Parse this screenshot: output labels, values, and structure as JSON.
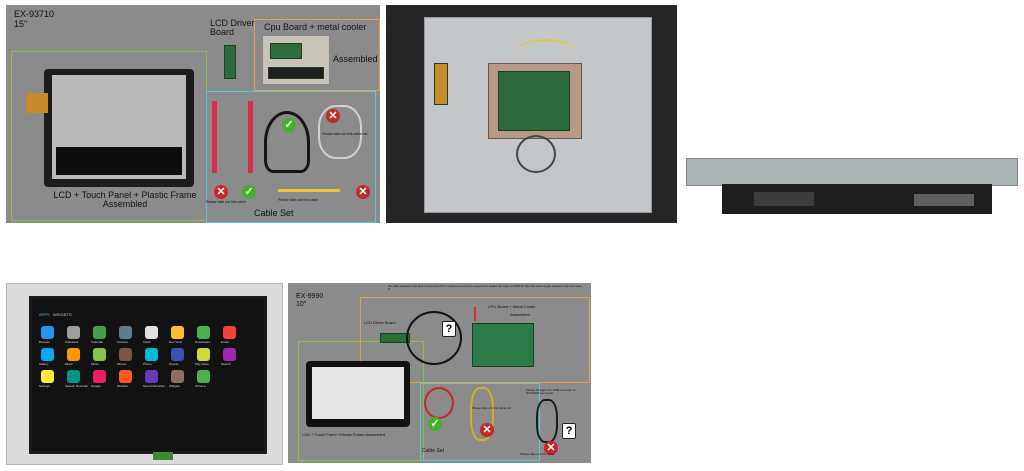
{
  "panel1": {
    "model": "EX-93710",
    "size": "15\"",
    "lcd_driver": "LCD Driver Board",
    "cpu_board": "Cpu Board + metal cooler",
    "assembled": "Assembled",
    "lcd_assembly": "LCD + Touch Panel + Plastic Frame Assembled",
    "cable_set": "Cable Set",
    "note_a": "Please take out this cable",
    "note_b": "Please take out this cable set",
    "note_c": "Please take out this cable"
  },
  "panel2": {
    "model": "EX-9990",
    "size": "10\"",
    "top_note": "the cable between LCD driver board and CPU must be connected to onboard pin header like style on EX9710. also the cable length should be short as mean fit",
    "lcd_driver": "LCD Driver Board",
    "cpu_board": "CPU Board + Metal Cooler",
    "assembled": "Assembled",
    "lcd_assembly": "LCD + Touch Panel +Plastic Frame Assembled",
    "cable_set": "Cable Set",
    "note_mid": "Please take out this cable set",
    "note_right": "Please change DC/ USB converter to 8/10/4500 connector",
    "note_bottom": "Please take out this cable"
  },
  "tablet": {
    "tabs": [
      "APPS",
      "WIDGETS"
    ],
    "apps": [
      "Browser",
      "Calculator",
      "Calendar",
      "Camera",
      "Clock",
      "Dev Tools",
      "Downloads",
      "Email",
      "Gallery",
      "Music",
      "Music",
      "Movies",
      "Phone",
      "People",
      "Play Store",
      "Search",
      "Settings",
      "Speech Recorder",
      "Google",
      "Weather",
      "Sound Recorder",
      "Widgets",
      "Chrome"
    ]
  },
  "colors": {
    "panel_bg": "#8b8b8b",
    "frame_green": "#8bc34a",
    "frame_blue": "#5bc8d8",
    "frame_orange": "#e8a050",
    "cross": "#c62828",
    "check": "#43b02a"
  }
}
